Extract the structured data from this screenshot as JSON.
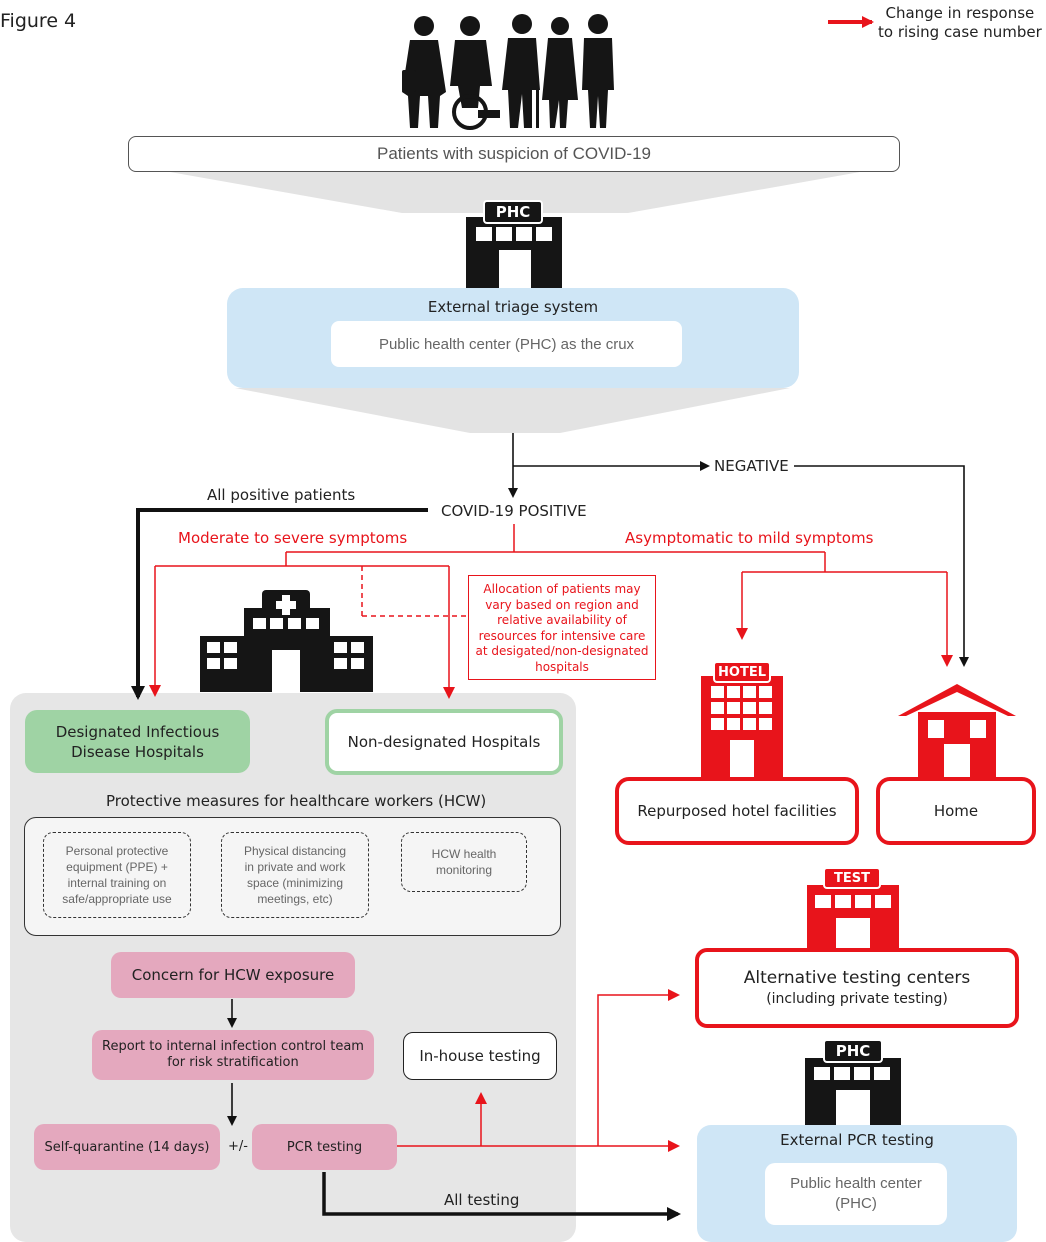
{
  "figure_label": "Figure 4",
  "legend": {
    "line1": "Change in response",
    "line2": "to rising case number"
  },
  "patients_box": "Patients with suspicion of COVID-19",
  "phc_sign": "PHC",
  "triage": {
    "title": "External triage system",
    "sub": "Public health center (PHC) as the crux"
  },
  "negative": "NEGATIVE",
  "all_positive": "All positive patients",
  "covid_positive": "COVID-19 POSITIVE",
  "moderate": "Moderate to severe symptoms",
  "asymptomatic": "Asymptomatic to mild symptoms",
  "allocation_note": [
    "Allocation of patients may",
    "vary based on region and",
    "relative availability of",
    "resources for intensive care",
    "at desigated/non-designated",
    "hospitals"
  ],
  "hotel_sign": "HOTEL",
  "designated": [
    "Designated Infectious",
    "Disease Hospitals"
  ],
  "non_designated": "Non-designated Hospitals",
  "protective_title": "Protective measures for healthcare workers (HCW)",
  "measures": {
    "ppe": [
      "Personal protective",
      "equipment (PPE) +",
      "internal training on",
      "safe/appropriate use"
    ],
    "distancing": [
      "Physical distancing",
      "in private and work",
      "space (minimizing",
      "meetings, etc)"
    ],
    "monitoring": [
      "HCW health",
      "monitoring"
    ]
  },
  "hotel_box": "Repurposed hotel facilities",
  "home_box": "Home",
  "test_sign": "TEST",
  "alt_testing": {
    "title": "Alternative testing centers",
    "sub": "(including private testing)"
  },
  "concern": "Concern for HCW exposure",
  "report": [
    "Report to internal infection control team",
    "for risk stratification"
  ],
  "inhouse": "In-house testing",
  "selfq": "Self-quarantine (14 days)",
  "plusminus": "+/-",
  "pcr": "PCR testing",
  "all_testing": "All testing",
  "external_pcr": {
    "title": "External PCR testing",
    "sub": [
      "Public health center",
      "(PHC)"
    ]
  },
  "colors": {
    "red": "#e8141b",
    "green": "#9fd3a4",
    "lightblue": "#cfe6f6",
    "pink": "#e4a8be",
    "grey": "#e5e5e5"
  }
}
